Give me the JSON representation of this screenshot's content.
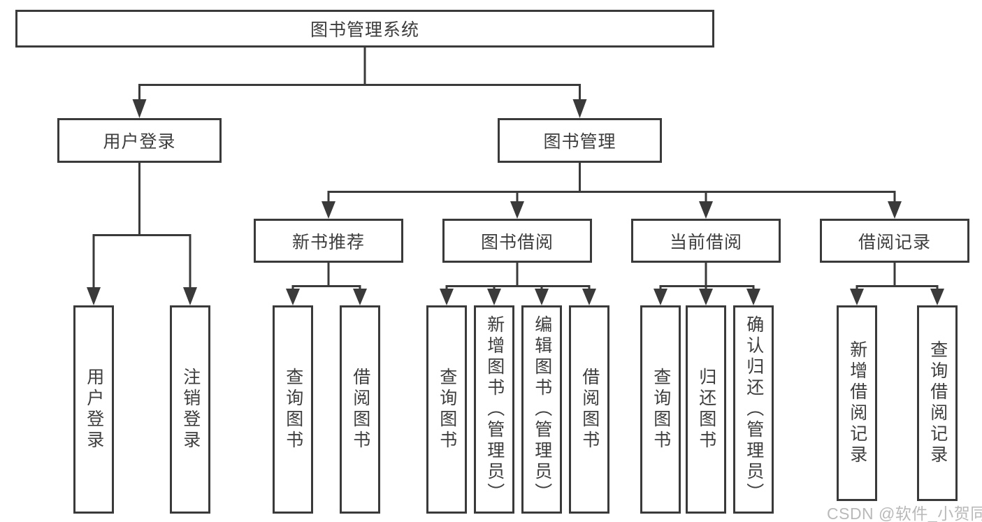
{
  "colors": {
    "background": "#ffffff",
    "line": "#3a3a3a",
    "box_border": "#3a3a3a",
    "text": "#3d3d3d",
    "watermark_text": "#b9b9b9"
  },
  "watermark": "CSDN @软件_小贺同学",
  "tree": {
    "root": {
      "label": "图书管理系统"
    },
    "user_login": {
      "label": "用户登录",
      "children": [
        {
          "label": "用户登录"
        },
        {
          "label": "注销登录"
        }
      ]
    },
    "book_management": {
      "label": "图书管理",
      "groups": [
        {
          "label": "新书推荐",
          "children": [
            {
              "label": "查询图书"
            },
            {
              "label": "借阅图书"
            }
          ]
        },
        {
          "label": "图书借阅",
          "children": [
            {
              "label": "查询图书"
            },
            {
              "label": "新增图书（管理员）"
            },
            {
              "label": "编辑图书（管理员）"
            },
            {
              "label": "借阅图书"
            }
          ]
        },
        {
          "label": "当前借阅",
          "children": [
            {
              "label": "查询图书"
            },
            {
              "label": "归还图书"
            },
            {
              "label": "确认归还（管理员）"
            }
          ]
        },
        {
          "label": "借阅记录",
          "children": [
            {
              "label": "新增借阅记录"
            },
            {
              "label": "查询借阅记录"
            }
          ]
        }
      ]
    }
  }
}
